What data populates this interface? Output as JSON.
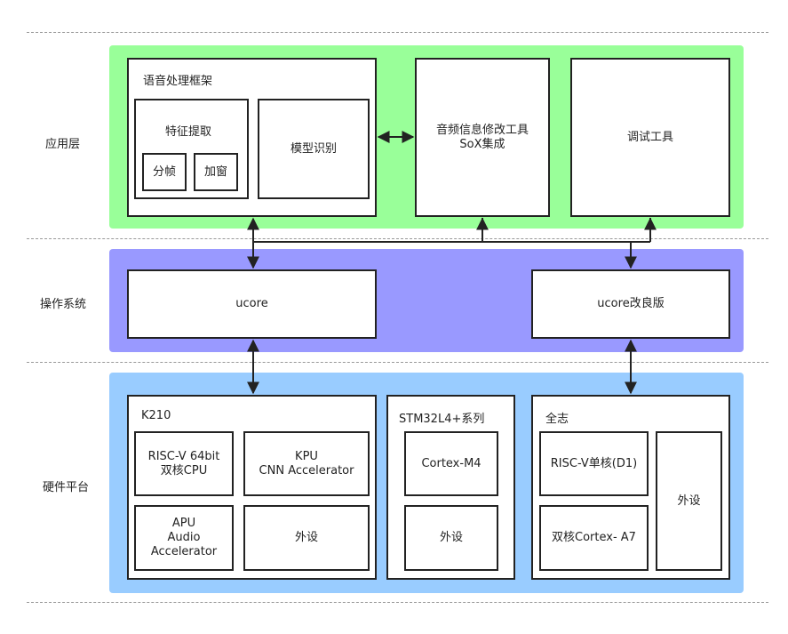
{
  "layers": {
    "application": "应用层",
    "os": "操作系统",
    "hardware": "硬件平台"
  },
  "colors": {
    "application_band": "#99ff99",
    "os_band": "#9999ff",
    "hardware_band": "#99ccff",
    "dash": "#9a9a9a",
    "stroke": "#222222"
  },
  "app": {
    "speech_framework": {
      "title": "语音处理框架",
      "feature_extraction": "特征提取",
      "framing": "分帧",
      "windowing": "加窗",
      "model_recognition": "模型识别"
    },
    "audio_tool": "音频信息修改工具\nSoX集成",
    "debug_tool": "调试工具"
  },
  "os": {
    "ucore": "ucore",
    "ucore_improved": "ucore改良版"
  },
  "hardware": {
    "k210": {
      "title": "K210",
      "riscv": "RISC-V 64bit\n双核CPU",
      "kpu": "KPU\nCNN Accelerator",
      "apu": "APU\nAudio\nAccelerator",
      "peripheral": "外设"
    },
    "stm32": {
      "title": "STM32L4+系列",
      "cortex": "Cortex-M4",
      "peripheral": "外设"
    },
    "allwinner": {
      "title": "全志",
      "riscv": "RISC-V单核(D1)",
      "cortex": "双核Cortex- A7",
      "peripheral": "外设"
    }
  }
}
